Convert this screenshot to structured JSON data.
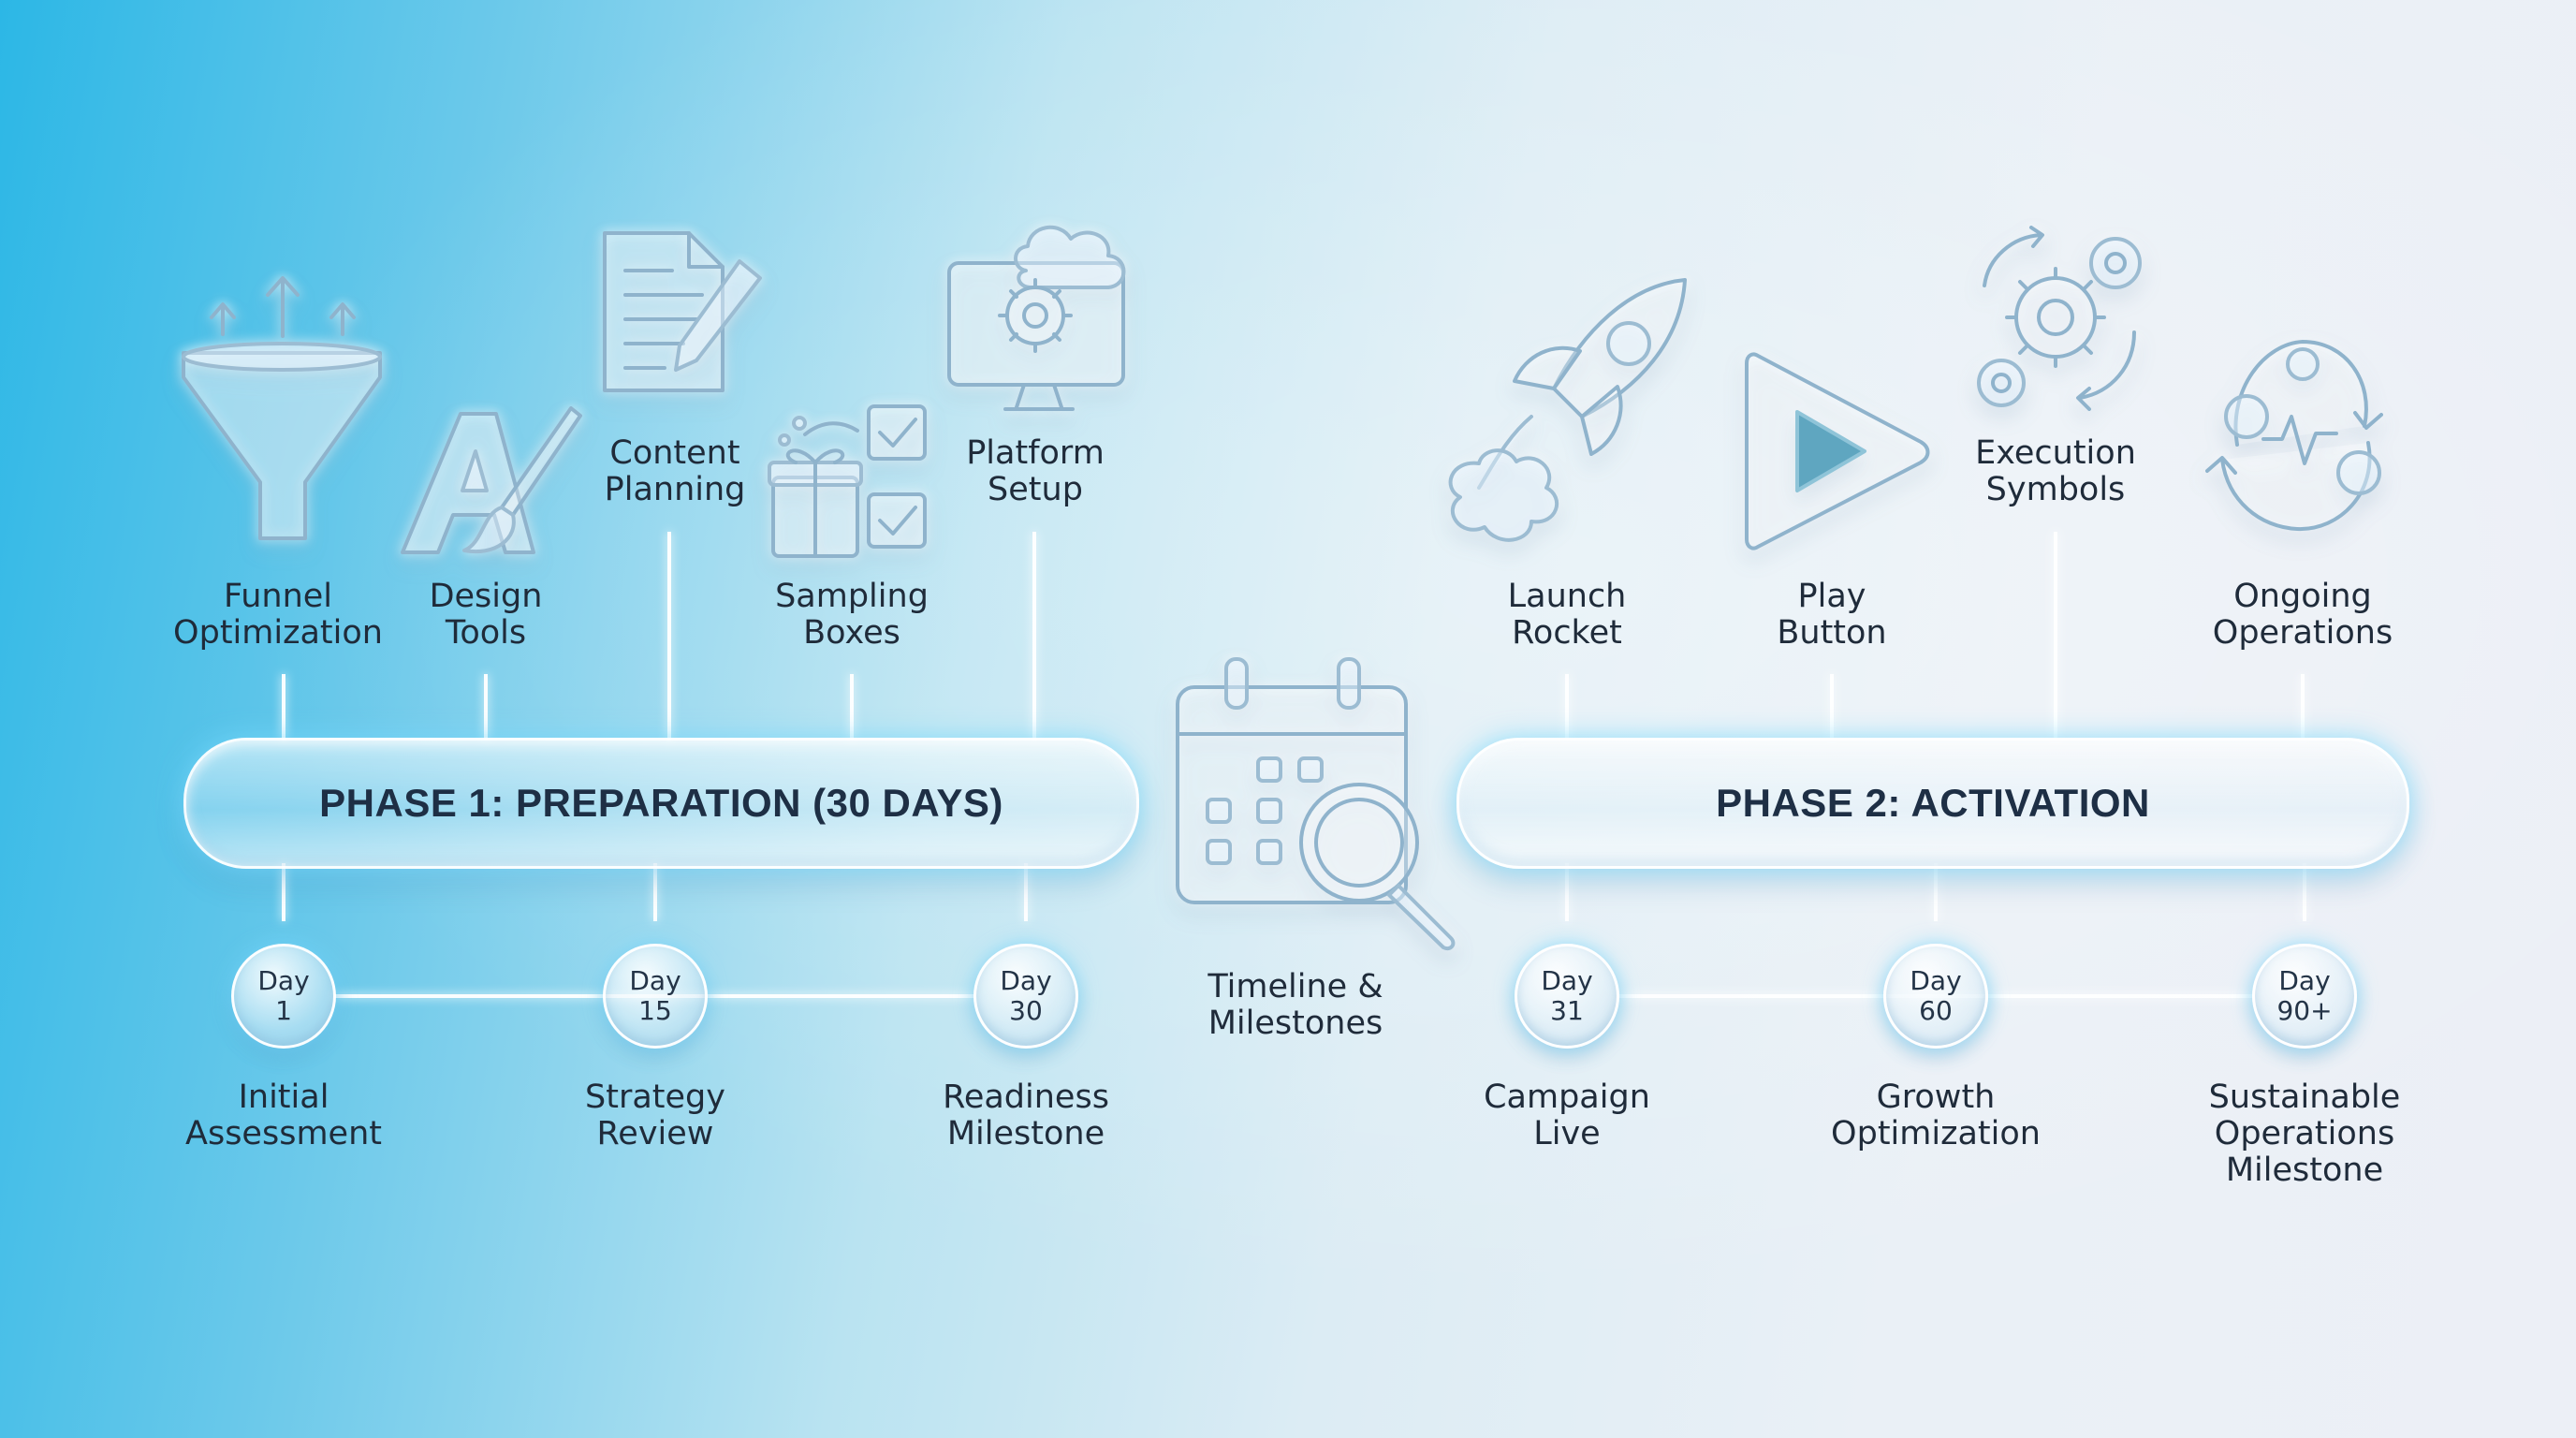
{
  "phases": [
    {
      "title": "PHASE 1: PREPARATION (30 DAYS)"
    },
    {
      "title": "PHASE 2: ACTIVATION"
    }
  ],
  "top_items": [
    {
      "label": "Funnel\nOptimization",
      "icon": "funnel-icon"
    },
    {
      "label": "Design\nTools",
      "icon": "design-tools-icon"
    },
    {
      "label": "Content\nPlanning",
      "icon": "document-pencil-icon"
    },
    {
      "label": "Sampling\nBoxes",
      "icon": "gift-checklist-icon"
    },
    {
      "label": "Platform\nSetup",
      "icon": "monitor-cloud-gear-icon"
    },
    {
      "label": "Launch\nRocket",
      "icon": "rocket-icon"
    },
    {
      "label": "Play\nButton",
      "icon": "play-button-icon"
    },
    {
      "label": "Execution\nSymbols",
      "icon": "gears-icon"
    },
    {
      "label": "Ongoing\nOperations",
      "icon": "cycle-icon"
    }
  ],
  "center": {
    "label": "Timeline &\nMilestones",
    "icon": "calendar-magnifier-icon"
  },
  "milestones": [
    {
      "day": "Day",
      "num": "1",
      "label": "Initial\nAssessment"
    },
    {
      "day": "Day",
      "num": "15",
      "label": "Strategy\nReview"
    },
    {
      "day": "Day",
      "num": "30",
      "label": "Readiness\nMilestone"
    },
    {
      "day": "Day",
      "num": "31",
      "label": "Campaign\nLive"
    },
    {
      "day": "Day",
      "num": "60",
      "label": "Growth\nOptimization"
    },
    {
      "day": "Day",
      "num": "90+",
      "label": "Sustainable\nOperations\nMilestone"
    }
  ],
  "colors": {
    "accent_glow": "#7fe0ff",
    "text": "#1f2b3a",
    "background_left": "#2cb7e6",
    "background_right": "#eceff6"
  }
}
